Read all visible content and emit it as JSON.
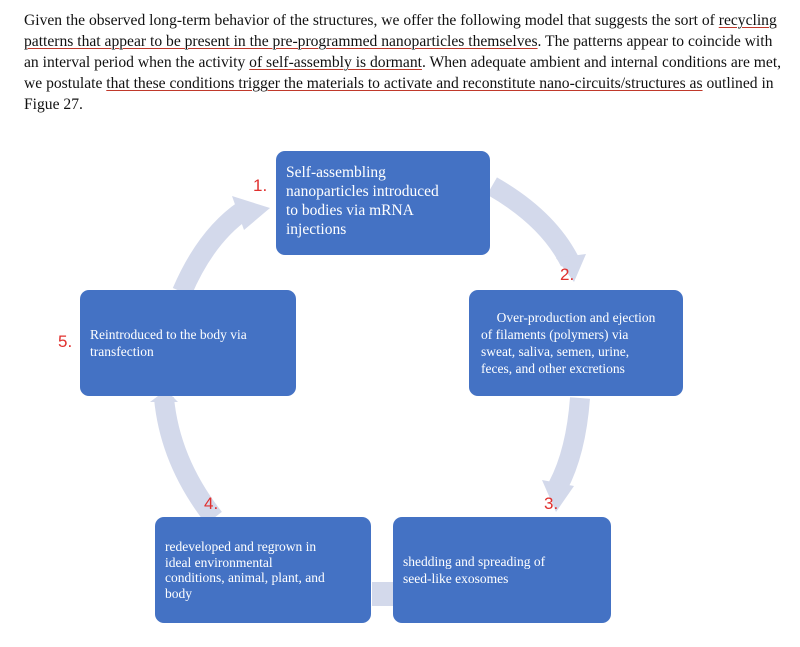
{
  "paragraph": {
    "s1": "Given the observed long-term behavior of the structures, we offer the following model that suggests the sort of ",
    "u1": "recycling patterns that appear to be present in the pre-programmed nanoparticles themselves",
    "s2": ". The patterns appear to coincide with an interval period when the activity ",
    "u2": "of self-assembly is dormant",
    "s3": ". When adequate ambient and internal conditions are met, we postulate ",
    "u3": "that these conditions trigger the materials to activate and reconstitute nano-circuits/structures as",
    "s4": " outlined in Figue 27."
  },
  "diagram": {
    "steps": [
      {
        "number": "1.",
        "lines": [
          "Self-assembling",
          "nanoparticles introduced",
          "to bodies via mRNA",
          "injections"
        ]
      },
      {
        "number": "2.",
        "lines": [
          "Over-production and ejection",
          "of filaments (polymers) via",
          "sweat, saliva, semen, urine,",
          "feces, and other excretions"
        ]
      },
      {
        "number": "3.",
        "lines": [
          "shedding and spreading of",
          "seed-like exosomes"
        ]
      },
      {
        "number": "4.",
        "lines": [
          "redeveloped and regrown in",
          "ideal environmental",
          "conditions, animal, plant, and",
          "body"
        ]
      },
      {
        "number": "5.",
        "lines": [
          "Reintroduced to the body via",
          "transfection"
        ]
      }
    ]
  },
  "colors": {
    "box": "#4472c4",
    "arc": "#d3d9eb",
    "number": "#e0302e"
  }
}
